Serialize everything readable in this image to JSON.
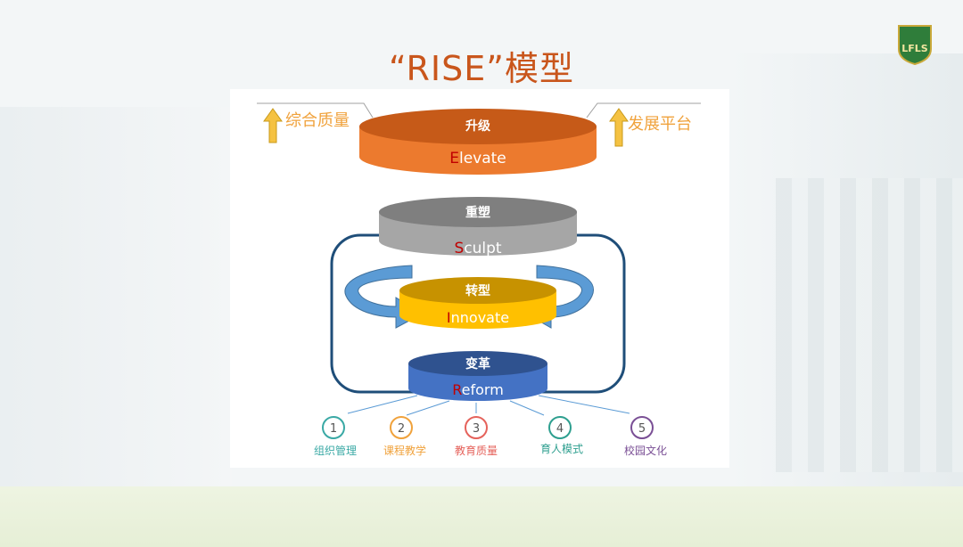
{
  "title": "“RISE”模型",
  "side_labels": {
    "left": "综合质量",
    "right": "发展平台"
  },
  "layers": [
    {
      "cn": "升级",
      "en_initial": "E",
      "en_rest": "levate",
      "color": "#ec7a2e",
      "shade": "#c65a18"
    },
    {
      "cn": "重塑",
      "en_initial": "S",
      "en_rest": "culpt",
      "color": "#a6a6a6",
      "shade": "#7f7f7f"
    },
    {
      "cn": "转型",
      "en_initial": "I",
      "en_rest": "nnovate",
      "color": "#ffc000",
      "shade": "#c79200"
    },
    {
      "cn": "变革",
      "en_initial": "R",
      "en_rest": "eform",
      "color": "#4472c4",
      "shade": "#2f528f"
    }
  ],
  "items": [
    {
      "num": "1",
      "label": "组织管理",
      "color": "#3aa9a5"
    },
    {
      "num": "2",
      "label": "课程教学",
      "color": "#f0a23c"
    },
    {
      "num": "3",
      "label": "教育质量",
      "color": "#e5625b"
    },
    {
      "num": "4",
      "label": "育人模式",
      "color": "#2e9f8f"
    },
    {
      "num": "5",
      "label": "校园文化",
      "color": "#7a4f95"
    }
  ],
  "colors": {
    "accent": "#c9561c",
    "arrow_up": "#f5c242",
    "loop": "#1f4e79",
    "curve_arrow": "#5b9bd5"
  },
  "logo_text": "LFLS"
}
